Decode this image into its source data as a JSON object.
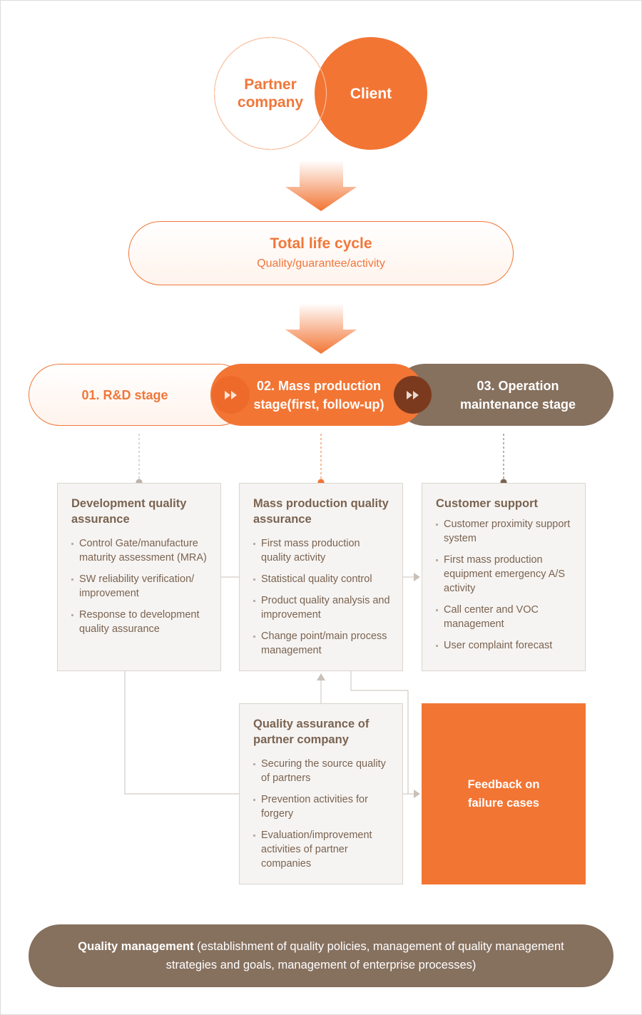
{
  "top": {
    "partner_label": "Partner company",
    "client_label": "Client"
  },
  "lifecycle": {
    "title": "Total life cycle",
    "subtitle": "Quality/guarantee/activity"
  },
  "stages": [
    {
      "label": "01. R&D stage"
    },
    {
      "label": "02. Mass production stage(first, follow-up)"
    },
    {
      "label": "03. Operation maintenance stage"
    }
  ],
  "boxes": {
    "development": {
      "title": "Development quality assurance",
      "items": [
        "Control Gate/manufacture maturity assessment (MRA)",
        "SW reliability verification/ improvement",
        "Response to development quality assurance"
      ]
    },
    "mass_production": {
      "title": "Mass production quality assurance",
      "items": [
        "First mass production quality activity",
        "Statistical quality control",
        "Product quality analysis and improvement",
        "Change point/main process management"
      ]
    },
    "customer_support": {
      "title": "Customer support",
      "items": [
        "Customer proximity support system",
        "First mass production equipment emergency A/S activity",
        "Call center and VOC management",
        "User complaint forecast"
      ]
    },
    "partner_quality": {
      "title": "Quality assurance of partner company",
      "items": [
        "Securing the source quality of partners",
        "Prevention activities for forgery",
        "Evaluation/improvement activities of partner companies"
      ]
    }
  },
  "feedback": {
    "label": "Feedback on failure cases"
  },
  "quality_management": {
    "bold": "Quality management",
    "text": "(establishment of quality policies, management of quality management strategies and goals, management of enterprise processes)"
  },
  "colors": {
    "orange": "#f27534",
    "brown": "#86705e",
    "dark_brown": "#7b3a1e",
    "box_bg": "#f6f4f2",
    "text_brown": "#7a6351"
  }
}
